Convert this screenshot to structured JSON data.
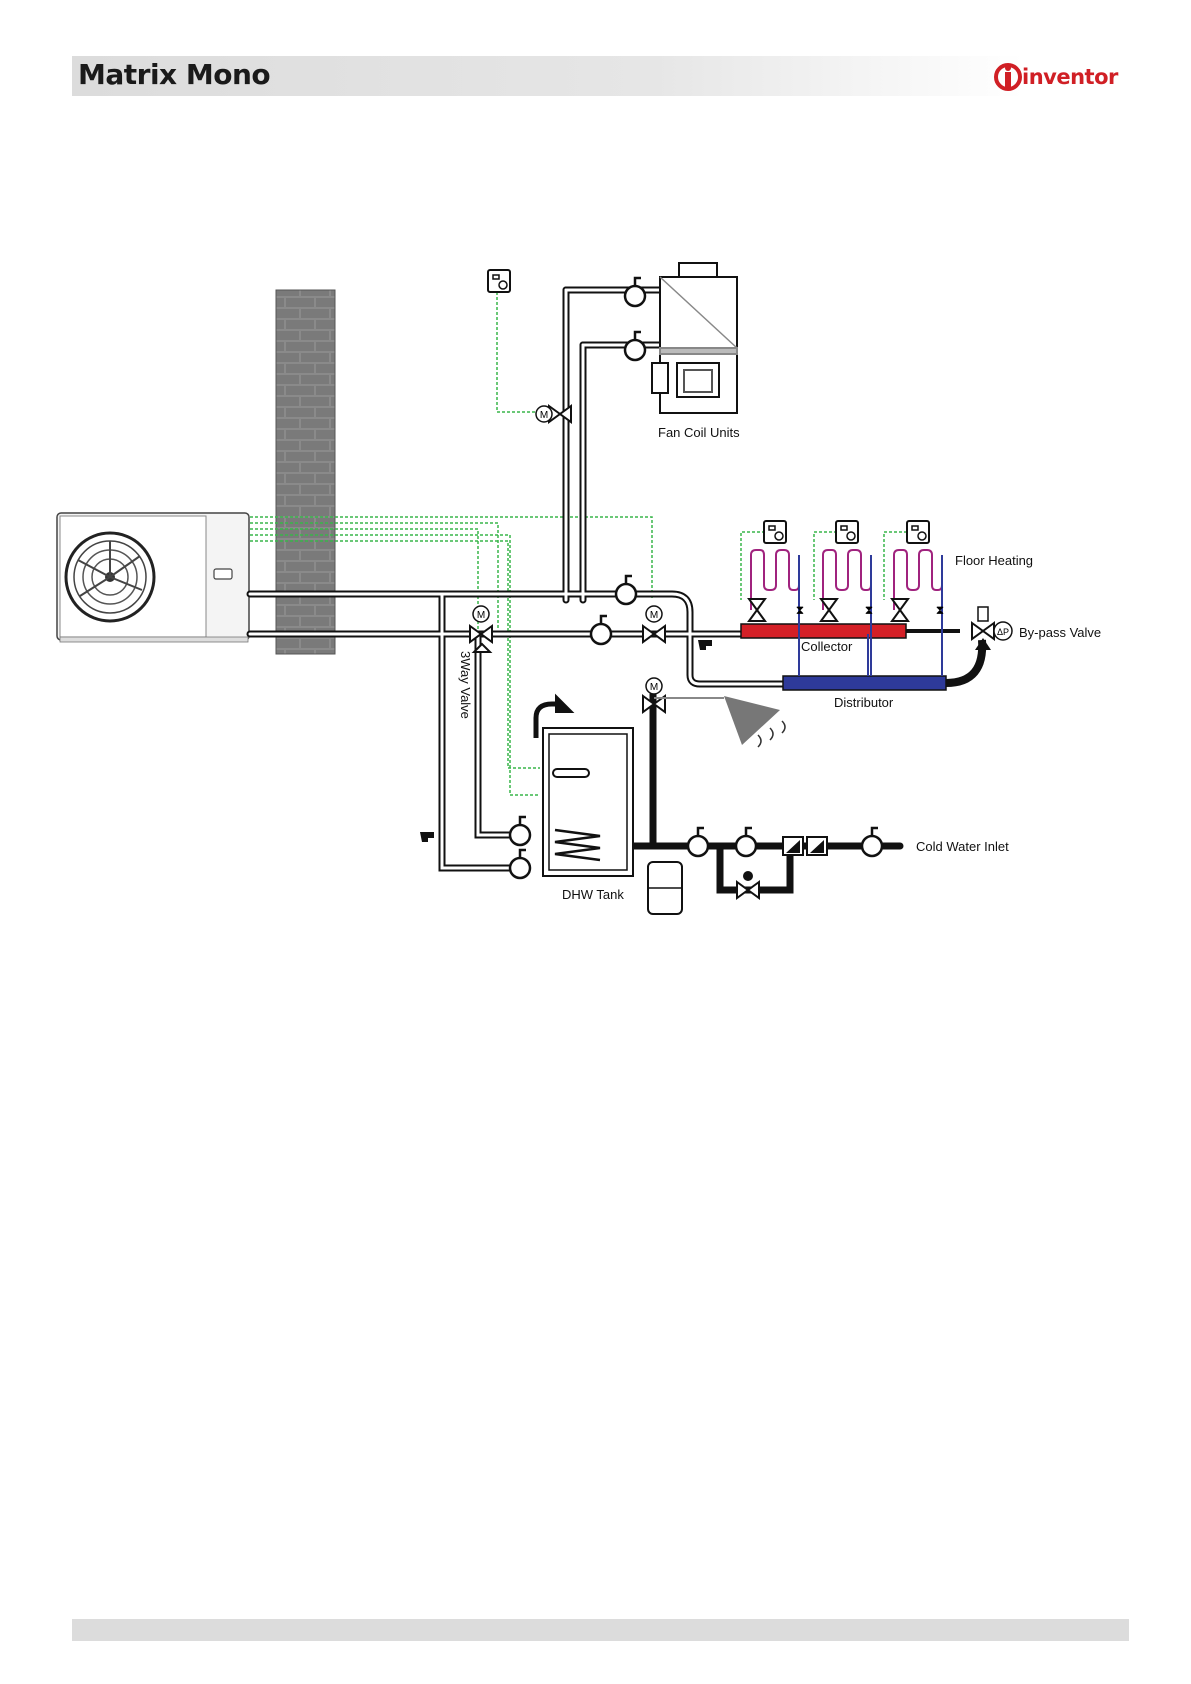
{
  "header": {
    "title": "Matrix Mono",
    "brand": "inventor"
  },
  "diagram": {
    "labels": {
      "fan_coil_units": "Fan Coil Units",
      "floor_heating": "Floor Heating",
      "bypass_valve": "By-pass Valve",
      "collector": "Collector",
      "distributor": "Distributor",
      "three_way_valve": "3Way Valve",
      "dhw_tank": "DHW Tank",
      "cold_water_inlet": "Cold Water Inlet"
    },
    "colors": {
      "brand_red": "#d01f25",
      "collector": "#d42027",
      "distributor": "#2e3a9a",
      "control_wire": "#39b54a",
      "floor_loop": "#a0237e",
      "pipe": "#111111"
    }
  }
}
